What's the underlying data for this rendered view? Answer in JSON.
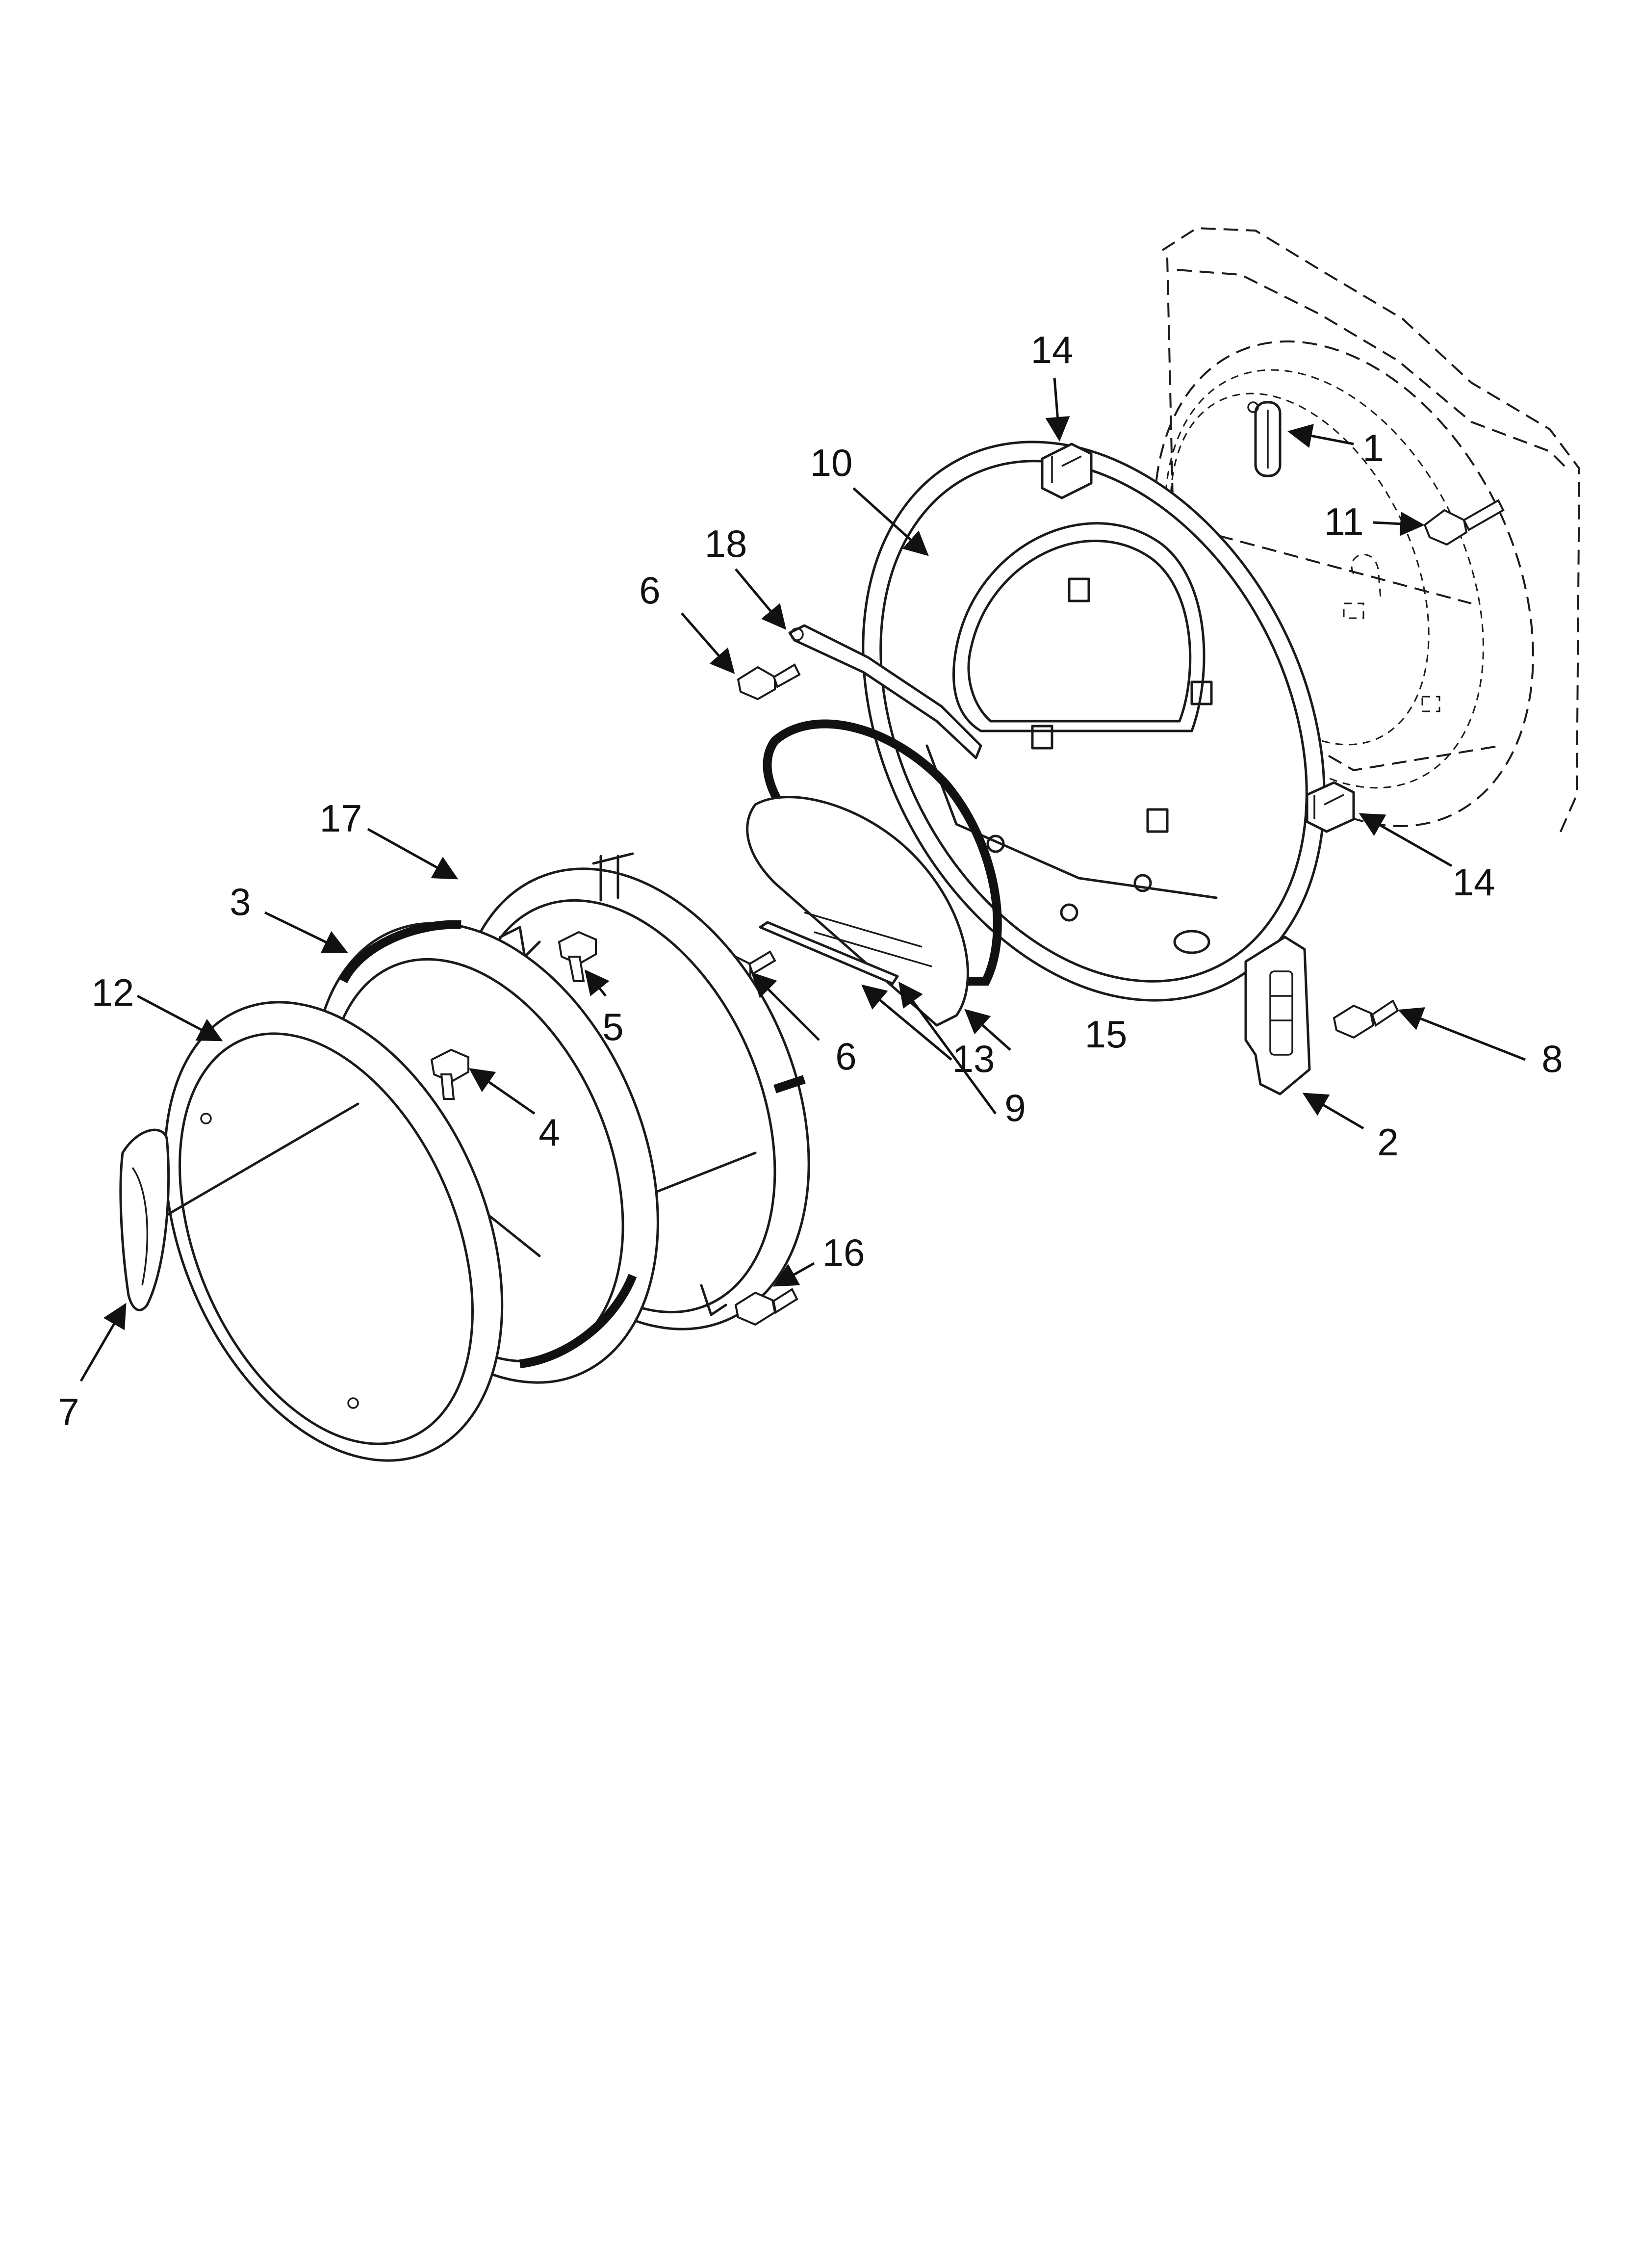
{
  "diagram": {
    "callouts": [
      {
        "id": "c1",
        "label": "1"
      },
      {
        "id": "c2",
        "label": "2"
      },
      {
        "id": "c3",
        "label": "3"
      },
      {
        "id": "c4",
        "label": "4"
      },
      {
        "id": "c5",
        "label": "5"
      },
      {
        "id": "c6a",
        "label": "6"
      },
      {
        "id": "c6b",
        "label": "6"
      },
      {
        "id": "c7",
        "label": "7"
      },
      {
        "id": "c8",
        "label": "8"
      },
      {
        "id": "c9",
        "label": "9"
      },
      {
        "id": "c10",
        "label": "10"
      },
      {
        "id": "c11",
        "label": "11"
      },
      {
        "id": "c12",
        "label": "12"
      },
      {
        "id": "c13",
        "label": "13"
      },
      {
        "id": "c14a",
        "label": "14"
      },
      {
        "id": "c14b",
        "label": "14"
      },
      {
        "id": "c15",
        "label": "15"
      },
      {
        "id": "c16",
        "label": "16"
      },
      {
        "id": "c17",
        "label": "17"
      },
      {
        "id": "c18",
        "label": "18"
      }
    ]
  }
}
